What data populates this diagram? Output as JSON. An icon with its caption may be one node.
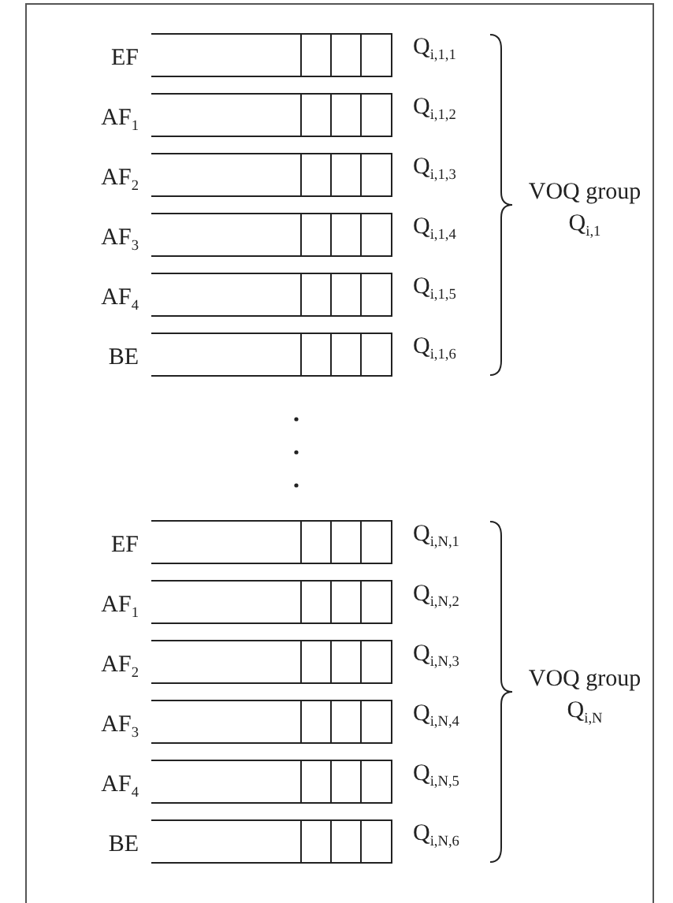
{
  "diagram": {
    "nodes": [
      {
        "text": [
          "EF"
        ],
        "beside": [
          "Q$_{i,1,1}$"
        ]
      },
      {
        "text": [
          "AF$_{1}$"
        ],
        "beside": [
          "Q$_{i,1,2}$"
        ]
      },
      {
        "text": [
          "AF$_{2}$"
        ],
        "beside": [
          "Q$_{i,1,3}$"
        ]
      },
      {
        "text": [
          "AF$_{3}$"
        ],
        "beside": [
          "Q$_{i,1,4}$"
        ]
      },
      {
        "text": [
          "AF$_{4}$"
        ],
        "beside": [
          "Q$_{i,1,5}$"
        ]
      },
      {
        "text": [
          "BE"
        ],
        "beside": [
          "Q$_{i,1,6}$"
        ]
      },
      {
        "text": [
          "EF"
        ],
        "beside": [
          "Q$_{i,N,1}$"
        ]
      },
      {
        "text": [
          "AF$_{1}$"
        ],
        "beside": [
          "Q$_{i,N,2}$"
        ]
      },
      {
        "text": [
          "AF$_{2}$"
        ],
        "beside": [
          "Q$_{i,N,3}$"
        ]
      },
      {
        "text": [
          "AF$_{3}$"
        ],
        "beside": [
          "Q$_{i,N,4}$"
        ]
      },
      {
        "text": [
          "AF$_{4}$"
        ],
        "beside": [
          "Q$_{i,N,5}$"
        ]
      },
      {
        "text": [
          "BE"
        ],
        "beside": [
          "Q$_{i,N,6}$"
        ]
      }
    ],
    "labels": [
      "VOQ group Q$_{i,1}$",
      "VOQ group Q$_{i,N}$"
    ]
  }
}
